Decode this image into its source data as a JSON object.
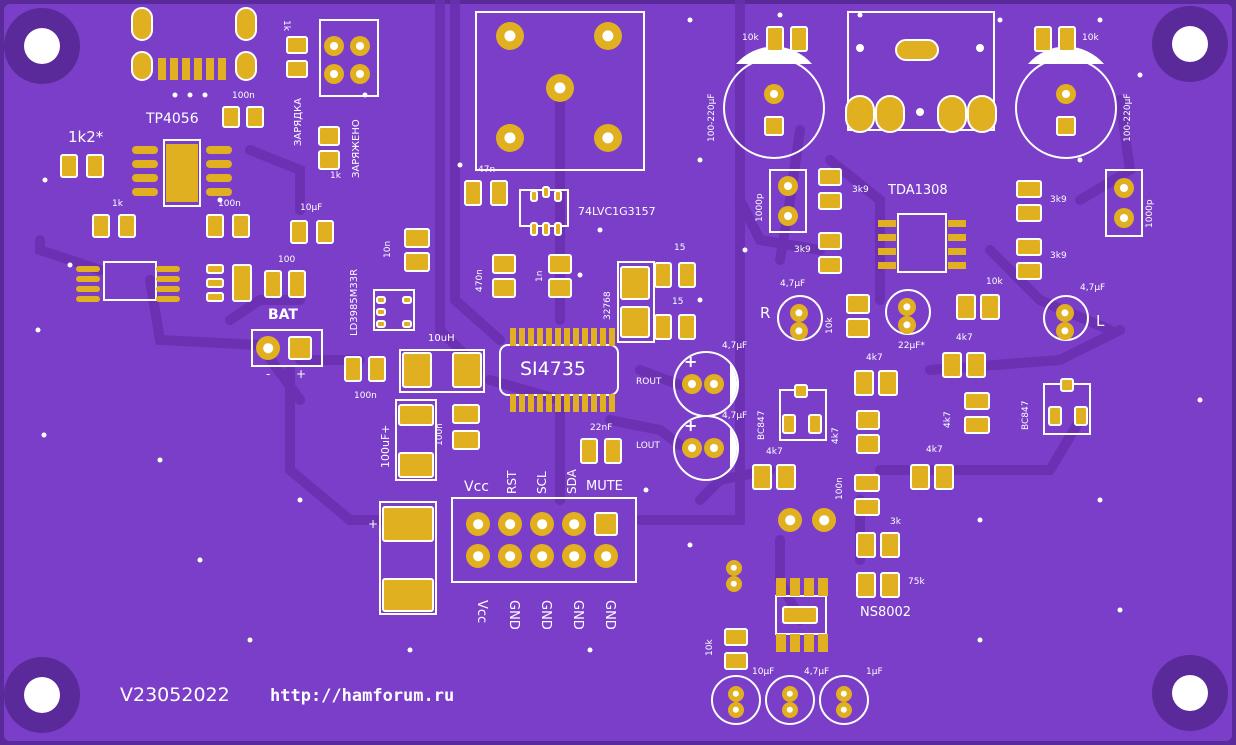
{
  "board": {
    "colors": {
      "board": "#7a3ec8",
      "edge": "#5a2a9a",
      "copper": "#6c31b4",
      "pad": "#e0b020",
      "silk": "#ffffff"
    }
  },
  "labels": {
    "version": "V23052022",
    "url": "http://hamforum.ru",
    "tp4056": "TP4056",
    "r_1k2": "1k2*",
    "c100n_a": "100n",
    "r1k_a": "1k",
    "c100n_b": "100n",
    "c10uf_a": "10µF",
    "r100": "100",
    "bat": "BAT",
    "bat_minus": "-",
    "bat_plus": "+",
    "r1k_b": "1k",
    "charging": "ЗАРЯДКА",
    "r1k_c": "1k",
    "charged": "ЗАРЯЖЕНО",
    "ldo": "LD3985M33R",
    "c10n": "10n",
    "c100n_c": "100n",
    "ind": "10uH",
    "c100uf": "100uF+",
    "c100n_d": "100n",
    "c47n": "47n",
    "mux": "74LVC1G3157",
    "c470n": "470n",
    "c1n": "1n",
    "crystal": "32768",
    "r15_a": "15",
    "r15_b": "15",
    "chip": "SI4735",
    "rout": "ROUT",
    "lout": "LOUT",
    "c47uf_rout": "4,7µF",
    "c47uf_lout": "4,7µF",
    "c22nf": "22nF",
    "pin_vcc": "Vcc",
    "pin_rst": "RST",
    "pin_scl": "SCL",
    "pin_sda": "SDA",
    "pin_mute": "MUTE",
    "gnd1": "Vcc",
    "gnd2": "GND",
    "gnd3": "GND",
    "gnd4": "GND",
    "gnd5": "GND",
    "r10k_tl": "10k",
    "r10k_tr": "10k",
    "cap_l": "100-220µF",
    "cap_r": "100-220µF",
    "c1000p_l": "1000p",
    "c1000p_r": "1000p",
    "r3k9_a": "3k9",
    "r3k9_b": "3k9",
    "r3k9_c": "3k9",
    "r3k9_d": "3k9",
    "tda": "TDA1308",
    "c47uf_r": "4,7µF",
    "c47uf_l": "4,7µF",
    "ch_r": "R",
    "ch_l": "L",
    "r10k_m": "10k",
    "r10k_m2": "10k",
    "c22uf": "22µF*",
    "r4k7_a": "4k7",
    "r4k7_b": "4k7",
    "r4k7_c": "4k7",
    "r4k7_d": "4k7",
    "r4k7_e": "4k7",
    "r4k7_f": "4k7",
    "bc847_a": "BC847",
    "bc847_b": "BC847",
    "c100n_e": "100n",
    "r3k": "3k",
    "r75k": "75k",
    "ns8002": "NS8002",
    "r10k_b": "10k",
    "c10uf_b": "10µF",
    "c47uf_b": "4,7µF",
    "c1uf": "1µF"
  }
}
